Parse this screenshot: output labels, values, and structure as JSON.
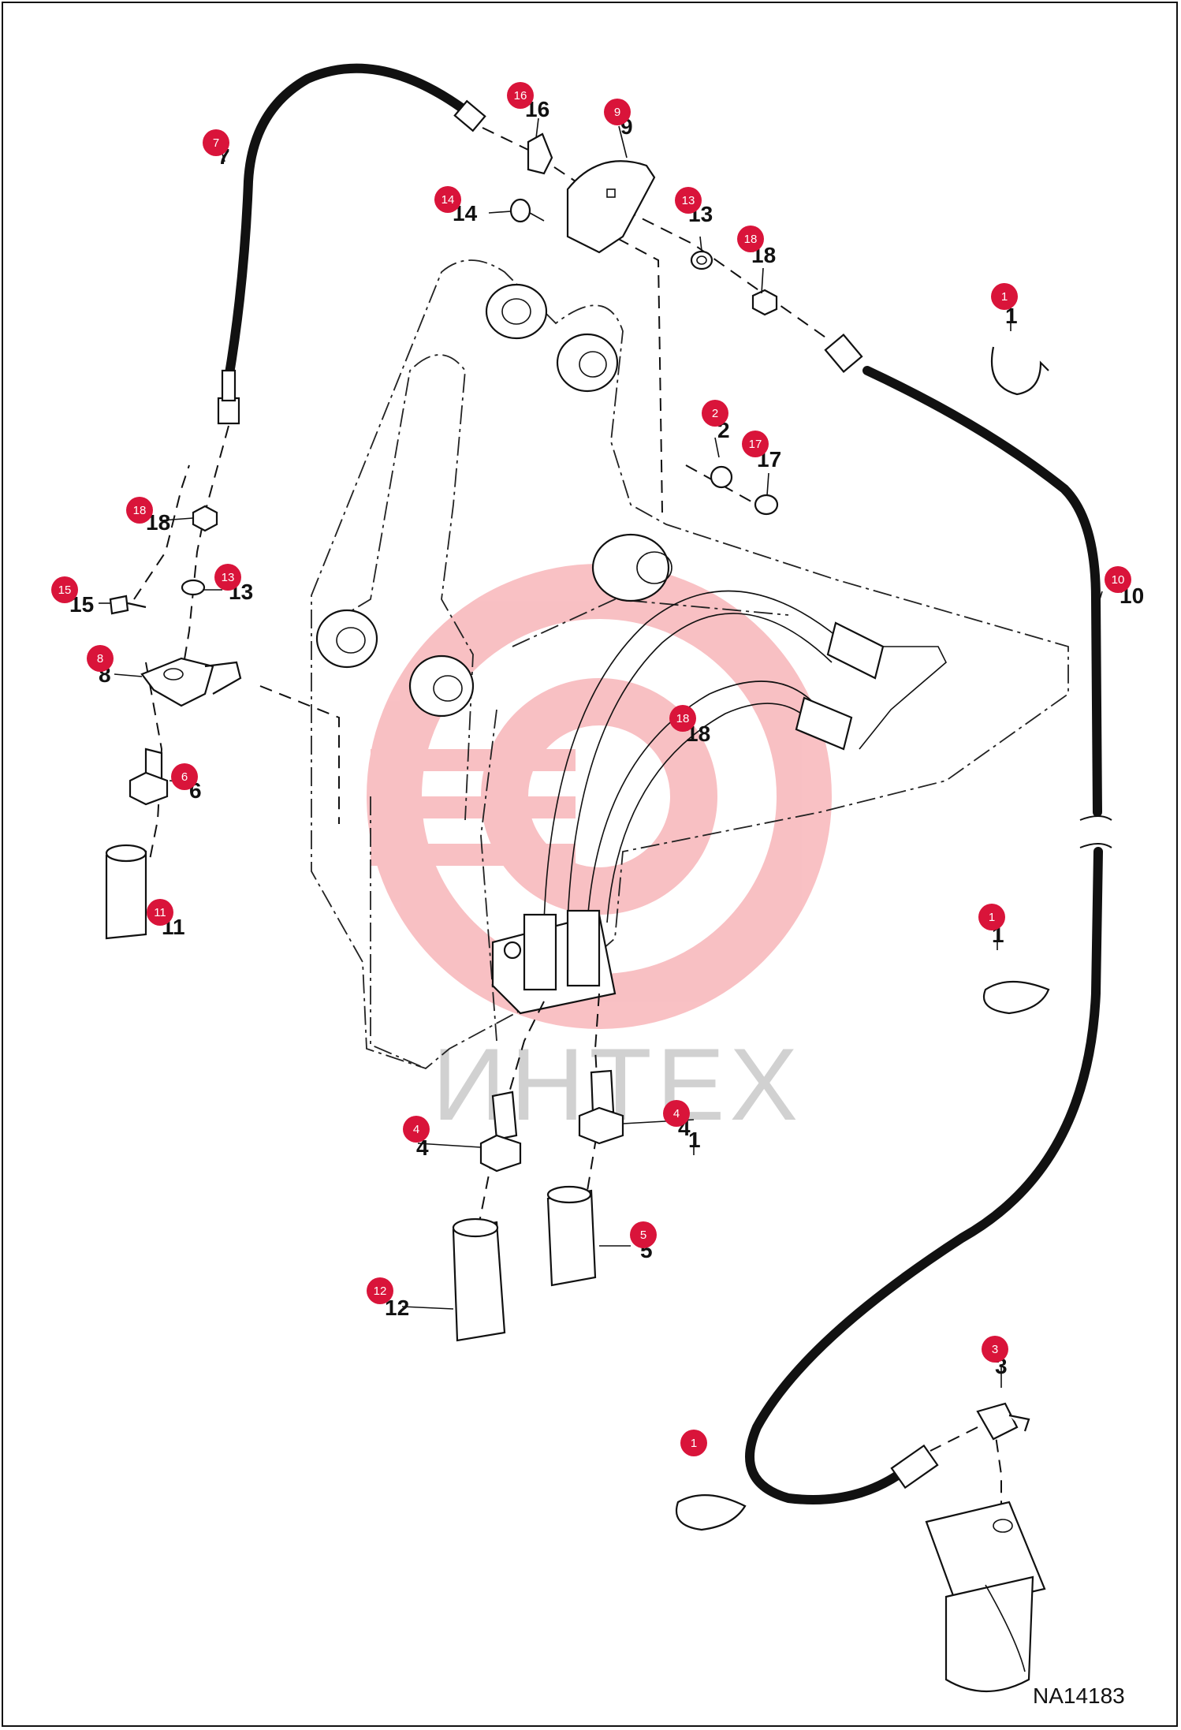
{
  "diagram_code": "NA14183",
  "watermark_text": "ИНТЕХ",
  "accent_color": "#d9143a",
  "callouts": [
    {
      "num": "1"
    },
    {
      "num": "1"
    },
    {
      "num": "1"
    },
    {
      "num": "2"
    },
    {
      "num": "3"
    },
    {
      "num": "4"
    },
    {
      "num": "4"
    },
    {
      "num": "5"
    },
    {
      "num": "6"
    },
    {
      "num": "7"
    },
    {
      "num": "8"
    },
    {
      "num": "9"
    },
    {
      "num": "10"
    },
    {
      "num": "11"
    },
    {
      "num": "12"
    },
    {
      "num": "13"
    },
    {
      "num": "13"
    },
    {
      "num": "14"
    },
    {
      "num": "15"
    },
    {
      "num": "16"
    },
    {
      "num": "17"
    },
    {
      "num": "18"
    },
    {
      "num": "18"
    },
    {
      "num": "18"
    }
  ]
}
